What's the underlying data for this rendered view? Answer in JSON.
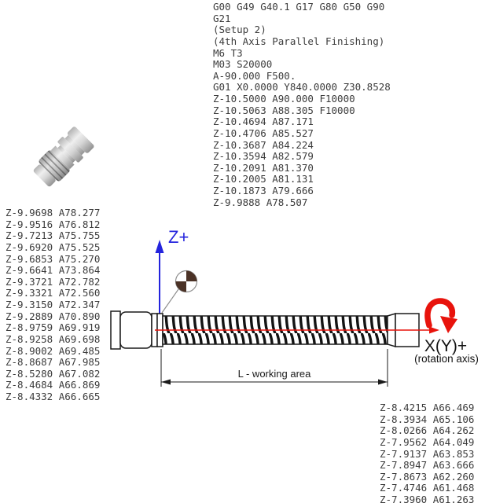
{
  "colors": {
    "text": "#3c3c3c",
    "axis_blue": "#2424dd",
    "rotation_red": "#e8130c",
    "datum_brown": "#4b3226",
    "outline_black": "#1a1a1a"
  },
  "gcode": {
    "header_block": [
      "G00 G49 G40.1 G17 G80 G50 G90",
      "G21",
      "(Setup 2)",
      "(4th Axis Parallel Finishing)",
      "M6 T3",
      "M03 S20000",
      "A-90.000 F500.",
      "G01 X0.0000 Y840.0000 Z30.8528",
      "Z-10.5000 A90.000 F10000",
      "Z-10.5063 A88.305 F10000",
      "Z-10.4694 A87.171",
      "Z-10.4706 A85.527",
      "Z-10.3687 A84.224",
      "Z-10.3594 A82.579",
      "Z-10.2091 A81.370",
      "Z-10.2005 A81.131",
      "Z-10.1873 A79.666",
      "Z-9.9888 A78.507"
    ],
    "left_block": [
      "Z-9.9698 A78.277",
      "Z-9.9516 A76.812",
      "Z-9.7213 A75.755",
      "Z-9.6920 A75.525",
      "Z-9.6853 A75.270",
      "Z-9.6641 A73.864",
      "Z-9.3721 A72.782",
      "Z-9.3321 A72.560",
      "Z-9.3150 A72.347",
      "Z-9.2889 A70.890",
      "Z-8.9759 A69.919",
      "Z-8.9258 A69.698",
      "Z-8.9002 A69.485",
      "Z-8.8687 A67.985",
      "Z-8.5280 A67.082",
      "Z-8.4684 A66.869",
      "Z-8.4332 A66.665"
    ],
    "bottom_block": [
      "Z-8.4215 A66.469",
      "Z-8.3934 A65.106",
      "Z-8.0266 A64.262",
      "Z-7.9562 A64.049",
      "Z-7.9137 A63.853",
      "Z-7.8947 A63.666",
      "Z-7.8673 A62.260",
      "Z-7.4746 A61.468",
      "Z-7.3960 A61.263"
    ]
  },
  "diagram": {
    "z_axis_label": "Z+",
    "rotation_axis_label": "X(Y)+",
    "rotation_axis_sublabel": "(rotation axis)",
    "working_area_label": "L - working area"
  }
}
